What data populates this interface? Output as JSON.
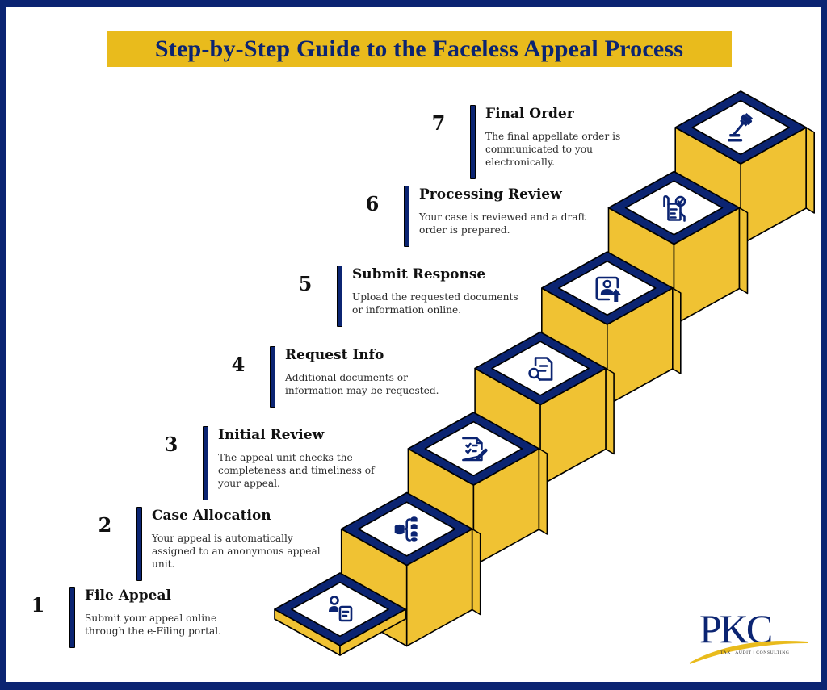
{
  "title": "Step-by-Step Guide to the Faceless Appeal Process",
  "colors": {
    "navy": "#0b2472",
    "yellow": "#f0c233",
    "title_bg": "#e9bb1c",
    "outline": "#000000",
    "text": "#111111"
  },
  "steps": [
    {
      "number": "1",
      "title": "File Appeal",
      "description": "Submit your appeal online through the e-Filing portal.",
      "icon": "user-document-icon"
    },
    {
      "number": "2",
      "title": "Case Allocation",
      "description": "Your appeal is automatically assigned to an anonymous appeal unit.",
      "icon": "database-allocation-icon"
    },
    {
      "number": "3",
      "title": "Initial Review",
      "description": "The appeal unit checks the completeness and timeliness of your appeal.",
      "icon": "checklist-edit-icon"
    },
    {
      "number": "4",
      "title": "Request Info",
      "description": "Additional documents or information may be requested.",
      "icon": "document-search-icon"
    },
    {
      "number": "5",
      "title": "Submit Response",
      "description": "Upload the requested documents or information online.",
      "icon": "user-upload-icon"
    },
    {
      "number": "6",
      "title": "Processing Review",
      "description": "Your case is reviewed and a draft order is prepared.",
      "icon": "reviewed-document-hand-icon"
    },
    {
      "number": "7",
      "title": "Final Order",
      "description": "The final appellate order is communicated to you electronically.",
      "icon": "gavel-icon"
    }
  ],
  "logo": {
    "name": "PKC",
    "tagline": "TAX | AUDIT | CONSULTING"
  }
}
